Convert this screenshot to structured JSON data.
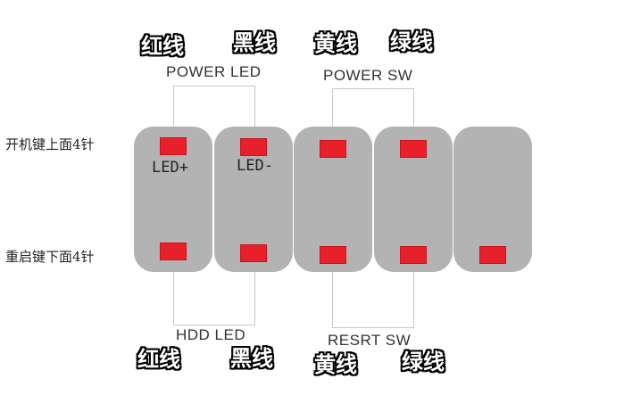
{
  "wire_labels_top": [
    "红线",
    "黑线",
    "黄线",
    "绿线"
  ],
  "wire_labels_bottom": [
    "红线",
    "黑线",
    "黄线",
    "绿线"
  ],
  "group_labels": {
    "power_led": "POWER LED",
    "power_sw": "POWER SW",
    "hdd_led": "HDD LED",
    "reset_sw": "RESRT SW"
  },
  "side_labels": {
    "top_row": "开机键上面4针",
    "bottom_row": "重启键下面4针"
  },
  "pin_labels": {
    "led_plus": "LED+",
    "led_minus": "LED-"
  },
  "colors": {
    "pin_red": "#e8202a",
    "column_gray": "#b3b3b3",
    "wire_label_fill": "#ffffff",
    "wire_label_outline": "#000000"
  }
}
